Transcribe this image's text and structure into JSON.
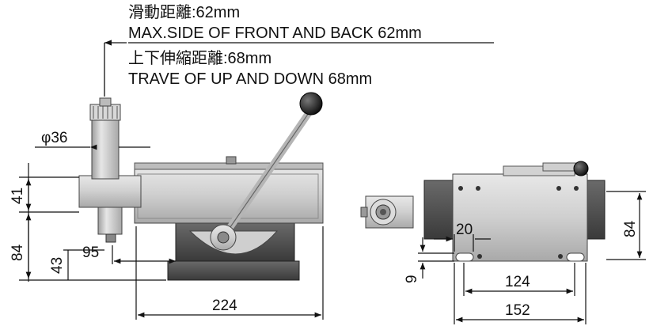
{
  "notes": {
    "slide_cn": "滑動距離:62mm",
    "slide_en": "MAX.SIDE OF FRONT AND BACK 62mm",
    "travel_cn": "上下伸縮距離:68mm",
    "travel_en": "TRAVE OF UP AND DOWN 68mm"
  },
  "dimensions": {
    "diameter": "φ36",
    "height_upper": "41",
    "height_lower": "84",
    "height_base": "43",
    "offset": "95",
    "length": "224",
    "side_height": "84",
    "slot_width": "20",
    "slot_offset": "9",
    "slot_pitch": "124",
    "base_width": "152"
  }
}
